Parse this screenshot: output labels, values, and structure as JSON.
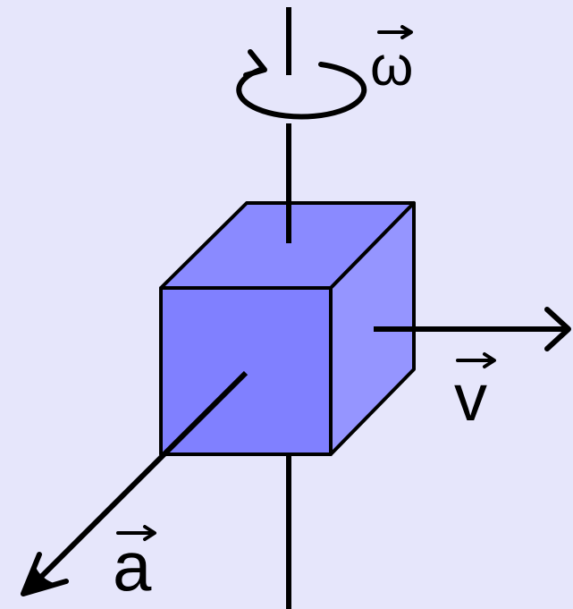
{
  "labels": {
    "omega": "ω",
    "velocity": "v",
    "acceleration": "a"
  },
  "colors": {
    "background": "#e6e6fb",
    "cube_front": "#8080ff",
    "cube_top": "#8a8aff",
    "cube_side": "#9595ff",
    "stroke": "#000000"
  }
}
